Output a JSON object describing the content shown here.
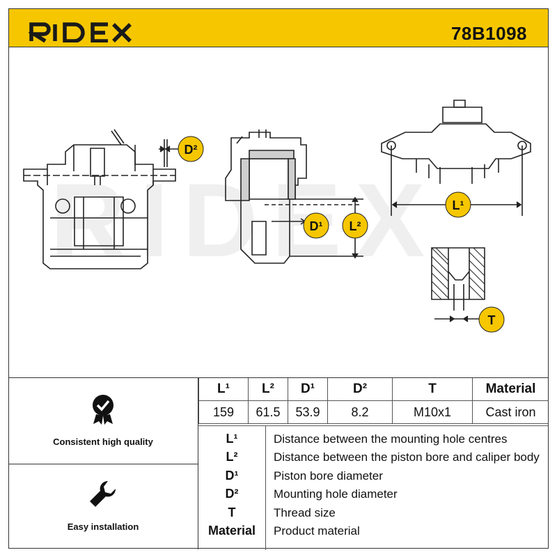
{
  "header": {
    "brand": "RIDEX",
    "part_number": "78B1098",
    "brand_color": "#1a1a1a",
    "bar_color": "#f6c700"
  },
  "diagram_labels": {
    "d2": "D²",
    "d1": "D¹",
    "l2": "L²",
    "l1": "L¹",
    "t": "T"
  },
  "features": [
    {
      "label": "Consistent high quality",
      "icon": "badge-check-icon"
    },
    {
      "label": "Easy installation",
      "icon": "wrench-icon"
    }
  ],
  "spec_table": {
    "headers": [
      "L¹",
      "L²",
      "D¹",
      "D²",
      "T",
      "Material"
    ],
    "values": [
      "159",
      "61.5",
      "53.9",
      "8.2",
      "M10x1",
      "Cast iron"
    ]
  },
  "legend": [
    {
      "code": "L¹",
      "desc": "Distance between the mounting hole centres"
    },
    {
      "code": "L²",
      "desc": "Distance between the piston bore and caliper body"
    },
    {
      "code": "D¹",
      "desc": "Piston bore diameter"
    },
    {
      "code": "D²",
      "desc": "Mounting hole diameter"
    },
    {
      "code": "T",
      "desc": "Thread size"
    },
    {
      "code": "Material",
      "desc": "Product material"
    }
  ]
}
